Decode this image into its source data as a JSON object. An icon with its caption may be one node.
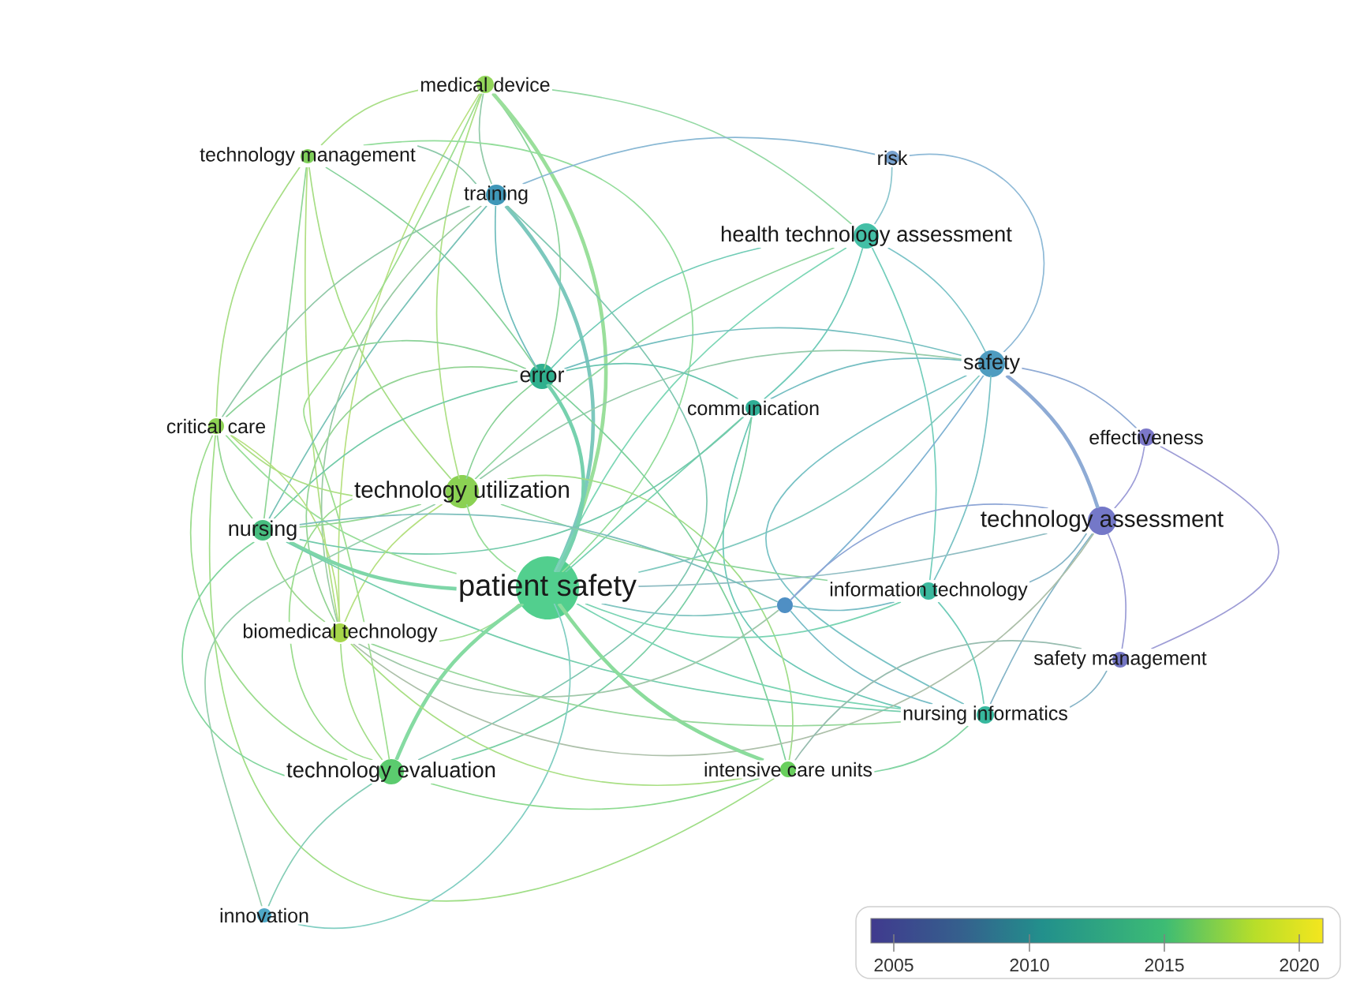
{
  "diagram": {
    "nodes": [
      {
        "text": [
          "medical device"
        ]
      },
      {
        "text": [
          "technology management"
        ]
      },
      {
        "text": [
          "risk"
        ]
      },
      {
        "text": [
          "training"
        ]
      },
      {
        "text": [
          "health technology assessment"
        ]
      },
      {
        "text": [
          "safety"
        ]
      },
      {
        "text": [
          "error"
        ]
      },
      {
        "text": [
          "communication"
        ]
      },
      {
        "text": [
          "critical care"
        ]
      },
      {
        "text": [
          "effectiveness"
        ]
      },
      {
        "text": [
          "technology utilization"
        ]
      },
      {
        "text": [
          "technology assessment"
        ]
      },
      {
        "text": [
          "nursing"
        ]
      },
      {
        "text": [
          "patient safety"
        ]
      },
      {
        "text": [
          "information technology"
        ]
      },
      {
        "text": [],
        "shape": "circle"
      },
      {
        "text": [
          "biomedical technology"
        ]
      },
      {
        "text": [
          "safety management"
        ]
      },
      {
        "text": [
          "nursing informatics"
        ]
      },
      {
        "text": [
          "technology evaluation"
        ]
      },
      {
        "text": [
          "intensive care units"
        ]
      },
      {
        "text": [
          "innovation"
        ]
      }
    ],
    "edges": [
      {
        "from": 0,
        "to": 1,
        "arrow": "none"
      },
      {
        "from": 0,
        "to": 3,
        "arrow": "none"
      },
      {
        "from": 0,
        "to": 4,
        "arrow": "none"
      },
      {
        "from": 0,
        "to": 6,
        "arrow": "none"
      },
      {
        "from": 0,
        "to": 10,
        "arrow": "none"
      },
      {
        "from": 0,
        "to": 13,
        "arrow": "none",
        "style": "thick"
      },
      {
        "from": 0,
        "to": 16,
        "arrow": "none"
      },
      {
        "from": 0,
        "to": 19,
        "arrow": "none"
      },
      {
        "from": 1,
        "to": 3,
        "arrow": "none"
      },
      {
        "from": 1,
        "to": 6,
        "arrow": "none"
      },
      {
        "from": 1,
        "to": 8,
        "arrow": "none"
      },
      {
        "from": 1,
        "to": 10,
        "arrow": "none"
      },
      {
        "from": 1,
        "to": 12,
        "arrow": "none"
      },
      {
        "from": 1,
        "to": 13,
        "arrow": "none"
      },
      {
        "from": 1,
        "to": 16,
        "arrow": "none"
      },
      {
        "from": 2,
        "to": 3,
        "arrow": "none"
      },
      {
        "from": 2,
        "to": 4,
        "arrow": "none"
      },
      {
        "from": 2,
        "to": 5,
        "arrow": "none"
      },
      {
        "from": 3,
        "to": 6,
        "arrow": "none"
      },
      {
        "from": 3,
        "to": 13,
        "arrow": "none",
        "style": "thick"
      },
      {
        "from": 3,
        "to": 8,
        "arrow": "none"
      },
      {
        "from": 3,
        "to": 12,
        "arrow": "none"
      },
      {
        "from": 3,
        "to": 16,
        "arrow": "none"
      },
      {
        "from": 3,
        "to": 19,
        "arrow": "none"
      },
      {
        "from": 4,
        "to": 5,
        "arrow": "none"
      },
      {
        "from": 4,
        "to": 6,
        "arrow": "none"
      },
      {
        "from": 4,
        "to": 7,
        "arrow": "none"
      },
      {
        "from": 4,
        "to": 13,
        "arrow": "none"
      },
      {
        "from": 4,
        "to": 14,
        "arrow": "none"
      },
      {
        "from": 4,
        "to": 10,
        "arrow": "none"
      },
      {
        "from": 5,
        "to": 6,
        "arrow": "none"
      },
      {
        "from": 5,
        "to": 7,
        "arrow": "none"
      },
      {
        "from": 5,
        "to": 9,
        "arrow": "none"
      },
      {
        "from": 5,
        "to": 11,
        "arrow": "none",
        "style": "thick"
      },
      {
        "from": 5,
        "to": 13,
        "arrow": "none"
      },
      {
        "from": 5,
        "to": 14,
        "arrow": "none"
      },
      {
        "from": 5,
        "to": 15,
        "arrow": "none"
      },
      {
        "from": 5,
        "to": 18,
        "arrow": "none"
      },
      {
        "from": 5,
        "to": 10,
        "arrow": "none"
      },
      {
        "from": 6,
        "to": 7,
        "arrow": "none"
      },
      {
        "from": 6,
        "to": 13,
        "arrow": "none",
        "style": "thick"
      },
      {
        "from": 6,
        "to": 10,
        "arrow": "none"
      },
      {
        "from": 6,
        "to": 12,
        "arrow": "none"
      },
      {
        "from": 6,
        "to": 16,
        "arrow": "none"
      },
      {
        "from": 6,
        "to": 20,
        "arrow": "none"
      },
      {
        "from": 6,
        "to": 8,
        "arrow": "none"
      },
      {
        "from": 7,
        "to": 13,
        "arrow": "none"
      },
      {
        "from": 7,
        "to": 18,
        "arrow": "none"
      },
      {
        "from": 7,
        "to": 19,
        "arrow": "none"
      },
      {
        "from": 7,
        "to": 12,
        "arrow": "none"
      },
      {
        "from": 8,
        "to": 10,
        "arrow": "none"
      },
      {
        "from": 8,
        "to": 12,
        "arrow": "none"
      },
      {
        "from": 8,
        "to": 13,
        "arrow": "none"
      },
      {
        "from": 8,
        "to": 16,
        "arrow": "none"
      },
      {
        "from": 8,
        "to": 20,
        "arrow": "none"
      },
      {
        "from": 8,
        "to": 19,
        "arrow": "none"
      },
      {
        "from": 9,
        "to": 11,
        "arrow": "none"
      },
      {
        "from": 9,
        "to": 17,
        "arrow": "none"
      },
      {
        "from": 10,
        "to": 12,
        "arrow": "none"
      },
      {
        "from": 10,
        "to": 13,
        "arrow": "none"
      },
      {
        "from": 10,
        "to": 16,
        "arrow": "none"
      },
      {
        "from": 10,
        "to": 14,
        "arrow": "none"
      },
      {
        "from": 10,
        "to": 20,
        "arrow": "none"
      },
      {
        "from": 10,
        "to": 19,
        "arrow": "none"
      },
      {
        "from": 10,
        "to": 21,
        "arrow": "none"
      },
      {
        "from": 11,
        "to": 13,
        "arrow": "none"
      },
      {
        "from": 11,
        "to": 14,
        "arrow": "none"
      },
      {
        "from": 11,
        "to": 15,
        "arrow": "none"
      },
      {
        "from": 11,
        "to": 17,
        "arrow": "none"
      },
      {
        "from": 11,
        "to": 18,
        "arrow": "none"
      },
      {
        "from": 11,
        "to": 16,
        "arrow": "none"
      },
      {
        "from": 12,
        "to": 13,
        "arrow": "none",
        "style": "thick"
      },
      {
        "from": 12,
        "to": 16,
        "arrow": "none"
      },
      {
        "from": 12,
        "to": 19,
        "arrow": "none"
      },
      {
        "from": 12,
        "to": 15,
        "arrow": "none"
      },
      {
        "from": 12,
        "to": 18,
        "arrow": "none"
      },
      {
        "from": 13,
        "to": 14,
        "arrow": "none"
      },
      {
        "from": 13,
        "to": 15,
        "arrow": "none"
      },
      {
        "from": 13,
        "to": 16,
        "arrow": "none"
      },
      {
        "from": 13,
        "to": 18,
        "arrow": "none"
      },
      {
        "from": 13,
        "to": 19,
        "arrow": "none",
        "style": "thick"
      },
      {
        "from": 13,
        "to": 20,
        "arrow": "none",
        "style": "thick"
      },
      {
        "from": 13,
        "to": 21,
        "arrow": "none"
      },
      {
        "from": 14,
        "to": 15,
        "arrow": "none"
      },
      {
        "from": 14,
        "to": 18,
        "arrow": "none"
      },
      {
        "from": 15,
        "to": 18,
        "arrow": "none"
      },
      {
        "from": 15,
        "to": 16,
        "arrow": "none"
      },
      {
        "from": 16,
        "to": 19,
        "arrow": "none"
      },
      {
        "from": 16,
        "to": 20,
        "arrow": "none"
      },
      {
        "from": 16,
        "to": 18,
        "arrow": "none"
      },
      {
        "from": 17,
        "to": 18,
        "arrow": "none"
      },
      {
        "from": 17,
        "to": 20,
        "arrow": "none"
      },
      {
        "from": 18,
        "to": 20,
        "arrow": "none"
      },
      {
        "from": 19,
        "to": 20,
        "arrow": "none"
      },
      {
        "from": 19,
        "to": 21,
        "arrow": "none"
      }
    ],
    "labels": [
      "2005",
      "2010",
      "2015",
      "2020"
    ]
  }
}
